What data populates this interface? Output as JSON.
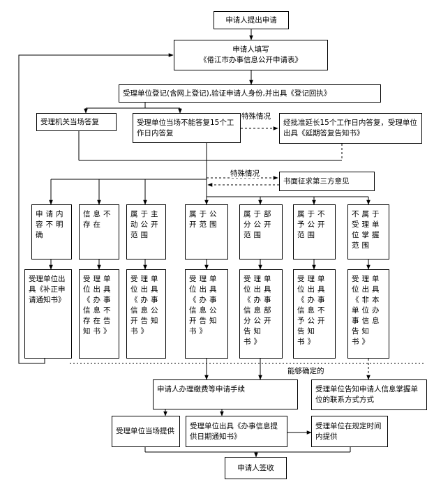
{
  "nodes": {
    "start": "申请人提出申请",
    "fill_form": "申请人填写\n《倦江市办事信息公开申请表》",
    "register": "受理单位登记(含网上登记),验证申请人身份,并出具《登记回执》",
    "answer_now": "受理机关当场答复",
    "cannot_answer": "受理单位当场不能答复15个工作日内答复",
    "extend": "经批准延长15个工作日内答复，受理单位出具《延期答复告知书》",
    "third_party": "书面征求第三方意见",
    "unclear": "申请内容不明确",
    "not_exist": "信息不存在",
    "proactive": "属于主动公开范围",
    "open": "属于公开范围",
    "partial": "属于部分公开范围",
    "not_open": "属于不予公开范围",
    "not_holder": "不属于受理单位掌握范围",
    "notice_correct": "受理单位出具《补正申请通知书》",
    "notice_not_exist": "受理单位出具《办事信息不存在告知书》",
    "notice_proactive": "受理单位出具《办事信息公开告知书》",
    "notice_open": "受理单位出具《办事信息公开告知书》",
    "notice_partial": "受理单位出具《办事信息部分公开告知书》",
    "notice_not_open": "受理单位出具《办事信息不予公开告知书》",
    "notice_not_holder": "受理单位出具《非本单位办事信息告知书》",
    "pay_fee": "申请人办理缴费等申请手续",
    "inform_holder": "受理单位告知申请人信息掌握单位的联系方式方式",
    "provide_now": "受理单位当场提供",
    "provide_date": "受理单位出具《办事信息提供日期通知书》",
    "provide_later": "受理单位在规定时间内提供",
    "receive": "申请人签收"
  },
  "labels": {
    "special_1": "特殊情况",
    "special_2": "特殊情况",
    "determinable": "能够确定的"
  },
  "colors": {
    "line": "#000000",
    "background": "#ffffff"
  }
}
